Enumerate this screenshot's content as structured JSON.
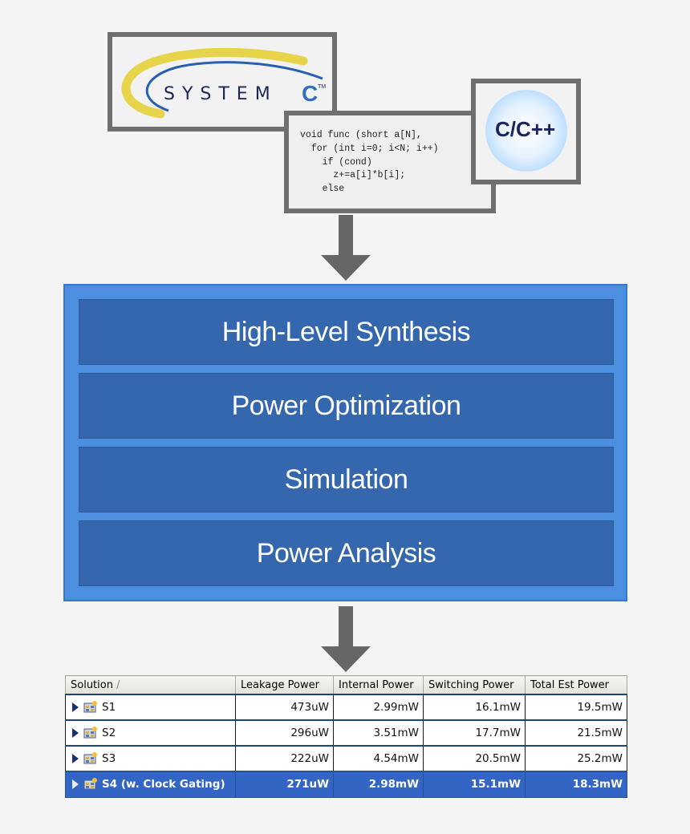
{
  "inputs": {
    "systemc_logo": "SYSTEMC",
    "code_lines": [
      "void func (short a[N],",
      "  for (int i=0; i<N; i++)",
      "    if (cond)",
      "      z+=a[i]*b[i];",
      "    else"
    ],
    "cpp_logo": "C/C++"
  },
  "flow": {
    "stages": [
      "High-Level Synthesis",
      "Power Optimization",
      "Simulation",
      "Power Analysis"
    ]
  },
  "results_table": {
    "columns": [
      "Solution",
      "Leakage Power",
      "Internal Power",
      "Switching Power",
      "Total Est Power"
    ],
    "sort_indicator": "/",
    "rows": [
      {
        "solution": "S1",
        "leakage": "473uW",
        "internal": "2.99mW",
        "switching": "16.1mW",
        "total": "19.5mW"
      },
      {
        "solution": "S2",
        "leakage": "296uW",
        "internal": "3.51mW",
        "switching": "17.7mW",
        "total": "21.5mW"
      },
      {
        "solution": "S3",
        "leakage": "222uW",
        "internal": "4.54mW",
        "switching": "20.5mW",
        "total": "25.2mW"
      },
      {
        "solution": "S4 (w. Clock Gating)",
        "leakage": "271uW",
        "internal": "2.98mW",
        "switching": "15.1mW",
        "total": "18.3mW"
      }
    ],
    "selected_row": 3
  },
  "colors": {
    "flow_outer": "#4a8fe0",
    "flow_stage": "#3467ad",
    "arrow": "#666666",
    "selected_row": "#3366c4"
  }
}
